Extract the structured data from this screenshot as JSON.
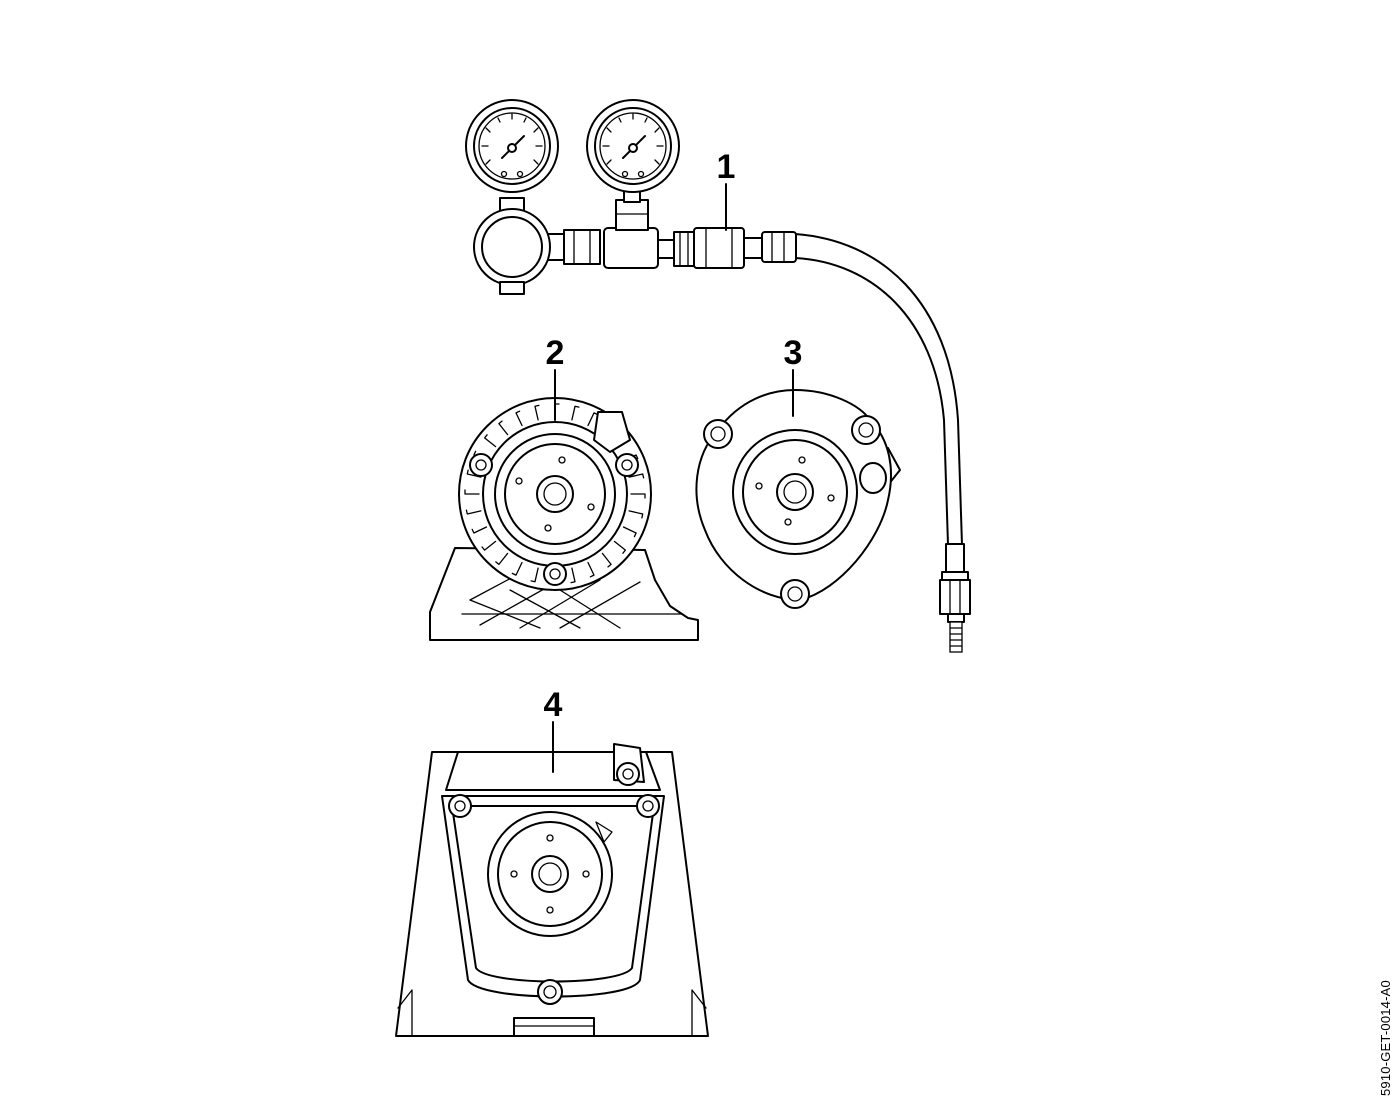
{
  "callouts": [
    {
      "id": "1",
      "label": "1"
    },
    {
      "id": "2",
      "label": "2"
    },
    {
      "id": "3",
      "label": "3"
    },
    {
      "id": "4",
      "label": "4"
    }
  ],
  "document_id": "5910-GET-0014-A0",
  "parts": [
    {
      "callout": "1",
      "icon": "pressure-gauge-assembly-icon"
    },
    {
      "callout": "2",
      "icon": "pump-support-bracket-icon"
    },
    {
      "callout": "3",
      "icon": "pump-flange-cover-icon"
    },
    {
      "callout": "4",
      "icon": "pump-housing-icon"
    }
  ]
}
